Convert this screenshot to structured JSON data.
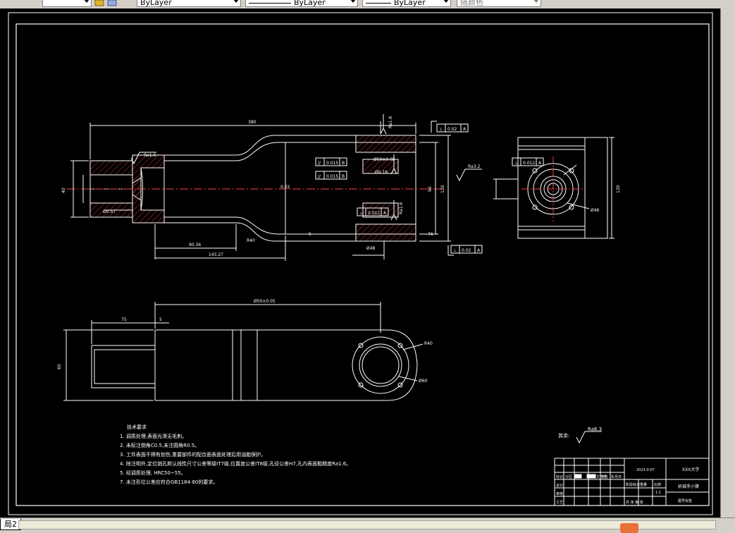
{
  "toolbar": {
    "layer_value": "ByLayer",
    "linetype_value": "ByLayer",
    "lineweight_value": "ByLayer",
    "color_value": "随颜色",
    "layer_icon": "layer-stack-icon"
  },
  "tabs": {
    "layout_tab": "局2"
  },
  "drawing": {
    "dims": {
      "overall_length": "380",
      "front_dia": "Ø0.16",
      "small_length": "Ø0.57",
      "chamfer": "R40",
      "len_a": "90.36",
      "len_b": "143.27",
      "height_a": "90",
      "height_b": "120",
      "dia_right": "Ø46",
      "width_right": "120",
      "center_dim": "0.22",
      "top_length": "Ø50±0.05",
      "bottom_dim_a": "5",
      "bottom_dim_b": "76",
      "bottom_dim_c": "Ø48",
      "left_dim": "40",
      "lower_len_a": "75",
      "lower_len_b": "5",
      "lower_overall": "Ø50±0.05",
      "lower_height": "60",
      "lower_r": "R40",
      "lower_dia": "Ø60"
    },
    "tolerances": {
      "par_1": "0.015",
      "par_1_ref": "B",
      "par_2": "0.015",
      "par_2_ref": "B",
      "flat_1": "0.02",
      "flat_1_ref": "A",
      "flat_2": "0.02",
      "flat_2_ref": "A",
      "flat_3": "0.012",
      "flat_3_ref": "A",
      "perp_1": "0.012",
      "perp_1_ref": "A"
    },
    "roughness": {
      "r1": "Ra1.6",
      "r2": "Ra1.6",
      "r3": "Ra1.6",
      "r4": "Ra3.2",
      "r5": "Ra6.3",
      "rest_label": "其余:"
    },
    "tech_requirements": {
      "title": "技术要求",
      "items": [
        "1. 调质处理,表面光滑无毛刺。",
        "2. 未标注倒角C0.5,未注圆角R0.5。",
        "3. 工件表面不得有划伤,重要部件的配合面表面处理后用油脂保护。",
        "4. 除注明外,定位销孔默认线性尺寸公差等级IT7级,位置度公差IT8级,孔径公差H7,孔内表面粗糙度Ra1.6。",
        "5. 经调质处理, HRC50~55。",
        "7. 未注形位公差应符合GB1184-80的要求。"
      ]
    },
    "title_block": {
      "school": "XXX大学",
      "part_name": "机械手小臂",
      "drawing_no": "2023-0-07",
      "scale": "1:1",
      "material": "图号标签",
      "row_labels": [
        "标记",
        "设计",
        "审核",
        "工艺"
      ],
      "col_labels": [
        "分区",
        "更改文件号",
        "签名",
        "年月日"
      ],
      "stage_labels": [
        "阶段标记",
        "重量",
        "比例"
      ],
      "sheet_info": "共 张 第 张"
    }
  }
}
